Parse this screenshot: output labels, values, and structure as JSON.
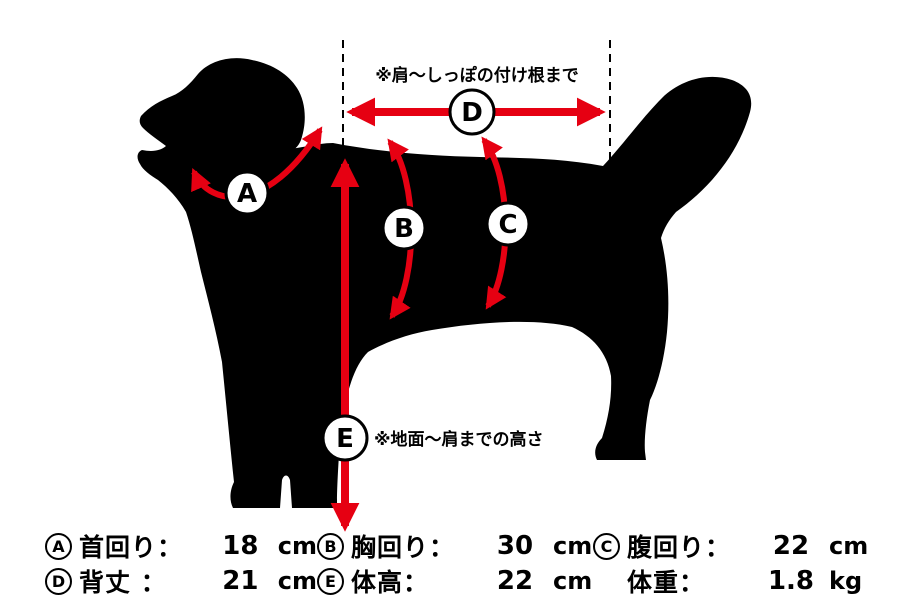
{
  "diagram": {
    "notes": {
      "back_length": "※肩〜しっぽの付け根まで",
      "height": "※地面〜肩までの高さ"
    },
    "markers": {
      "a": "A",
      "b": "B",
      "c": "C",
      "d": "D",
      "e": "E"
    },
    "colors": {
      "arrow_red": "#e60012",
      "silhouette_black": "#000000"
    }
  },
  "table": {
    "rows": [
      [
        {
          "marker": "A",
          "label": "首回り：",
          "value": "18",
          "unit": "cm"
        },
        {
          "marker": "B",
          "label": "胸回り：",
          "value": "30",
          "unit": "cm"
        },
        {
          "marker": "C",
          "label": "腹回り：",
          "value": "22",
          "unit": "cm"
        }
      ],
      [
        {
          "marker": "D",
          "label": "背丈 ：",
          "value": "21",
          "unit": "cm"
        },
        {
          "marker": "E",
          "label": "体高：",
          "value": "22",
          "unit": "cm"
        },
        {
          "marker": "",
          "label": "体重：",
          "value": "1.8",
          "unit": "kg"
        }
      ]
    ]
  }
}
